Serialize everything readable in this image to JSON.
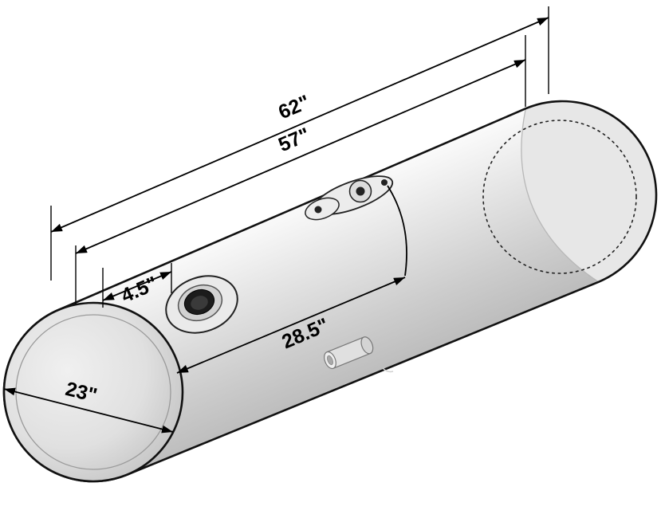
{
  "meta": {
    "description": "Isometric dimension drawing of a cylindrical fuel tank with filler neck, sender flange and side spud"
  },
  "dimensions": {
    "overall_length": "62\"",
    "shell_length": "57\"",
    "filler_offset": "4.5\"",
    "port_spacing": "28.5\"",
    "diameter": "23\""
  },
  "colors": {
    "background": "#ffffff",
    "line": "#000000",
    "tank_light": "#f7f7f7",
    "tank_dark": "#bdbdbd",
    "rear_cap": "#e7e7e7"
  }
}
